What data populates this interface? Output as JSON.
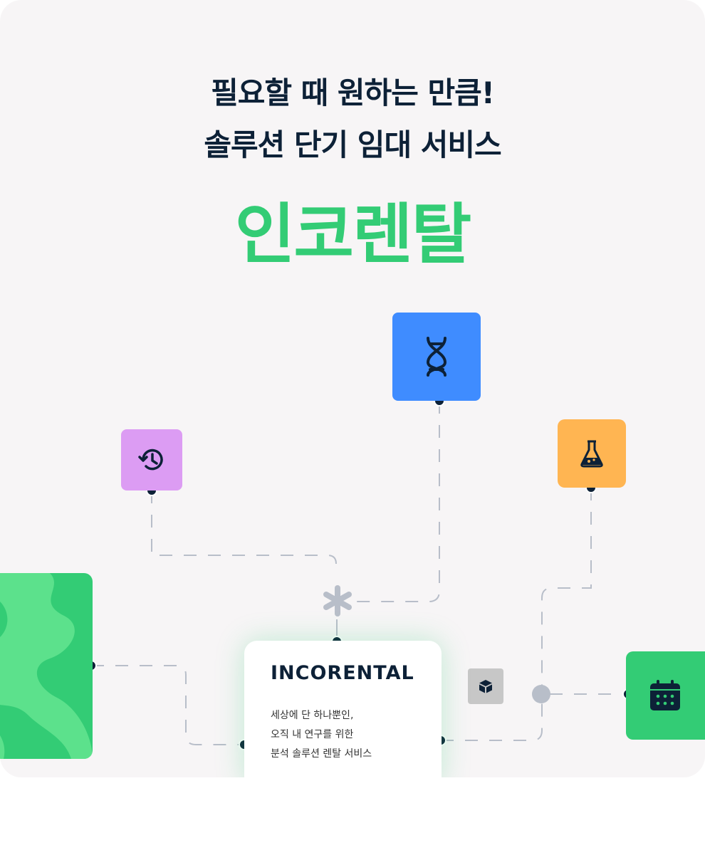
{
  "headline": {
    "line1": "필요할 때 원하는 만큼!",
    "line2": "솔루션 단기 임대 서비스",
    "brand": "인코렌탈"
  },
  "card": {
    "logo_text": "ıncorental",
    "logo_display": "INCORENTAL",
    "desc_line1": "세상에 단 하나뿐인,",
    "desc_line2": "오직 내 연구를 위한",
    "desc_line3": "분석 솔루션 렌탈 서비스"
  },
  "tiles": {
    "dna": "dna-icon",
    "history": "history-icon",
    "flask": "flask-icon",
    "calendar": "calendar-icon",
    "cube": "cube-icon"
  },
  "colors": {
    "accent": "#33cc75",
    "dark": "#0d2137",
    "blue": "#3f8cff",
    "purple": "#dc9cf3",
    "orange": "#ffb552",
    "background": "#f7f5f6"
  }
}
